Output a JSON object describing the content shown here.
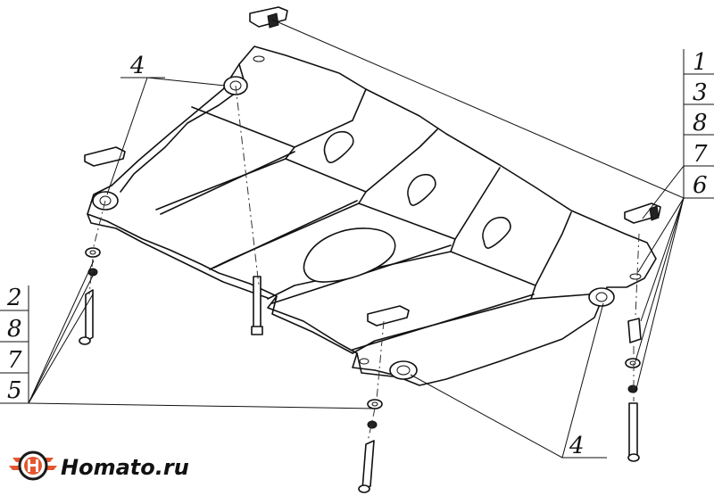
{
  "callouts": {
    "top_right": [
      "1",
      "3",
      "8",
      "7",
      "6"
    ],
    "bottom_left": [
      "2",
      "8",
      "7",
      "5"
    ],
    "upper_left": "4",
    "bottom_center": "4"
  },
  "logo": {
    "text": "Homato.ru",
    "accent_color": "#e4572e",
    "dark_color": "#1a1a1a"
  }
}
